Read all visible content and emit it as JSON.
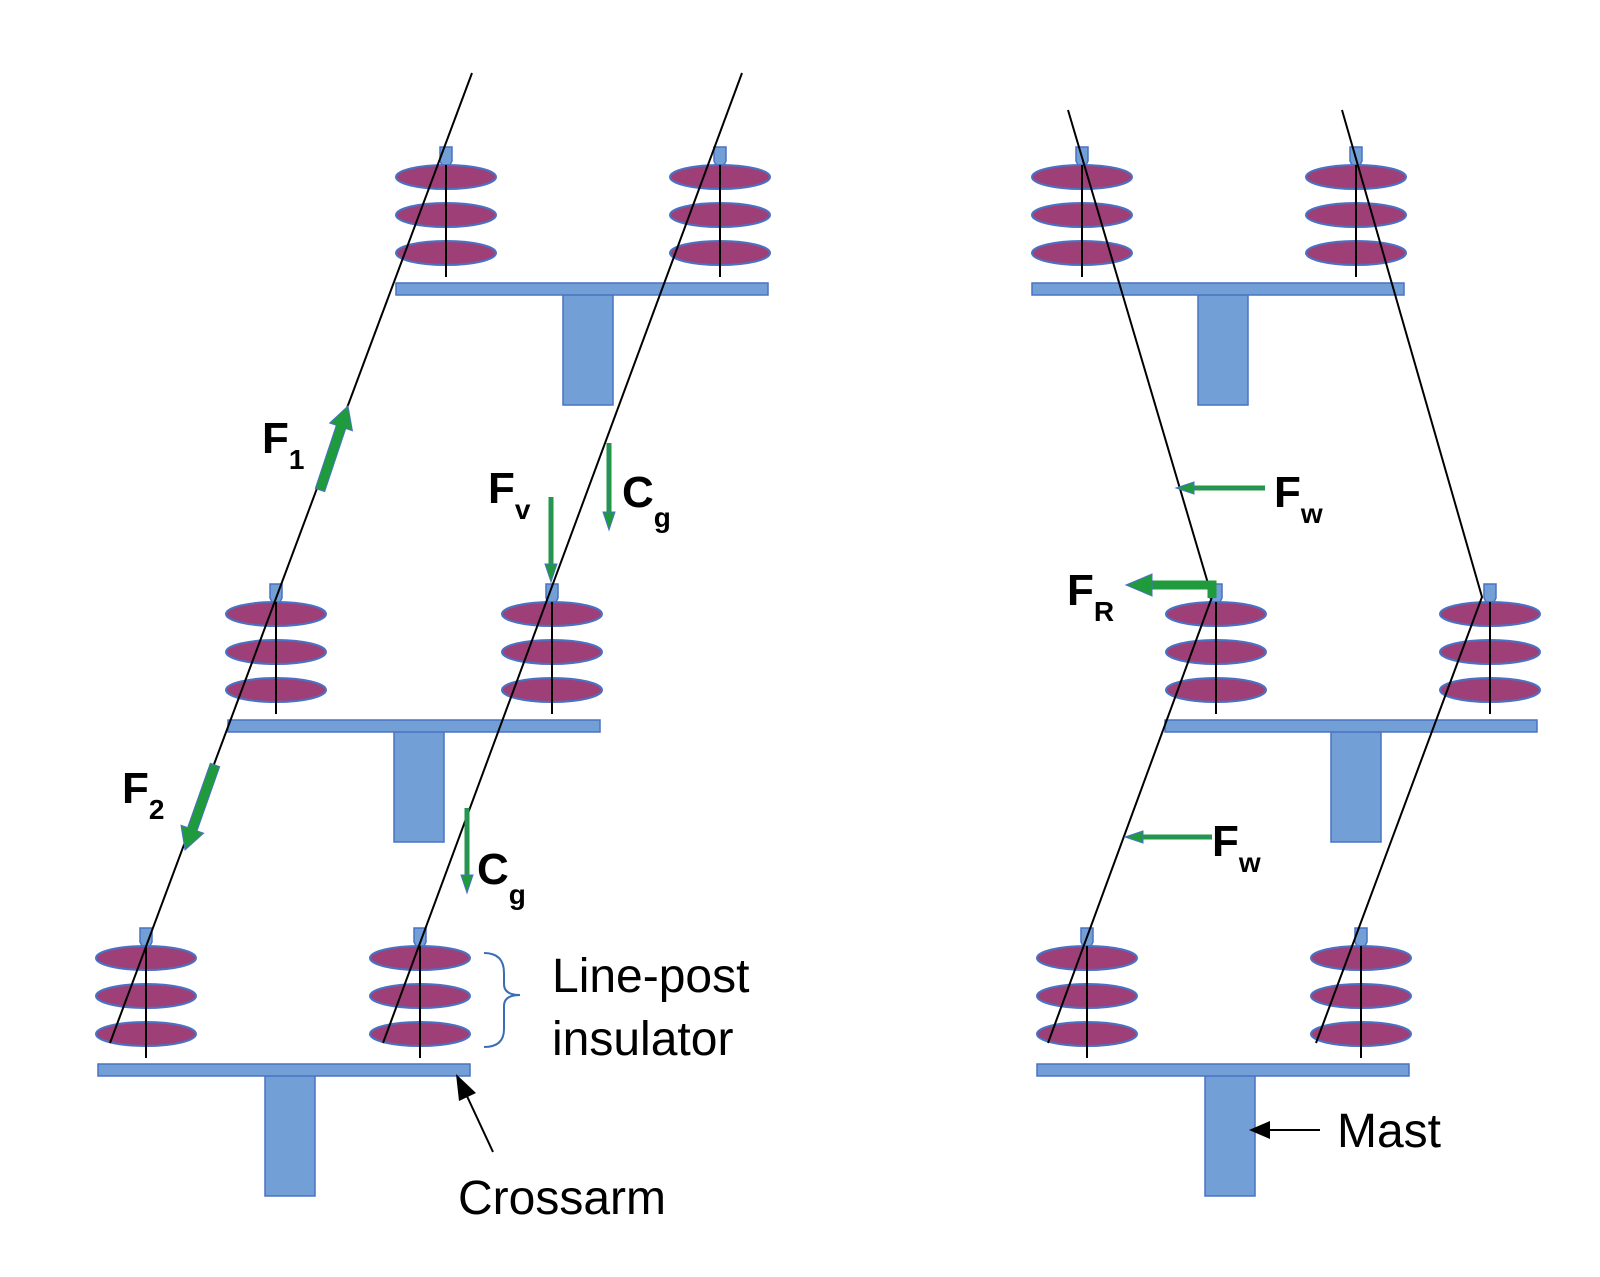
{
  "colors": {
    "shed_fill": "#9e4077",
    "shed_stroke": "#4a72c4",
    "steel_fill": "#729fd6",
    "steel_stroke": "#4a72c4",
    "force_green": "#1f9a3c",
    "line_color": "#000000"
  },
  "labels": {
    "F1": {
      "main": "F",
      "sub": "1"
    },
    "F2": {
      "main": "F",
      "sub": "2"
    },
    "Fv": {
      "main": "F",
      "sub": "v"
    },
    "Cg_upper": {
      "main": "C",
      "sub": "g"
    },
    "Cg_lower": {
      "main": "C",
      "sub": "g"
    },
    "Fw_upper": {
      "main": "F",
      "sub": "w"
    },
    "Fw_lower": {
      "main": "F",
      "sub": "w"
    },
    "FR": {
      "main": "F",
      "sub": "R"
    },
    "line_post_insulator": [
      "Line-post",
      "insulator"
    ],
    "crossarm": "Crossarm",
    "mast": "Mast"
  }
}
